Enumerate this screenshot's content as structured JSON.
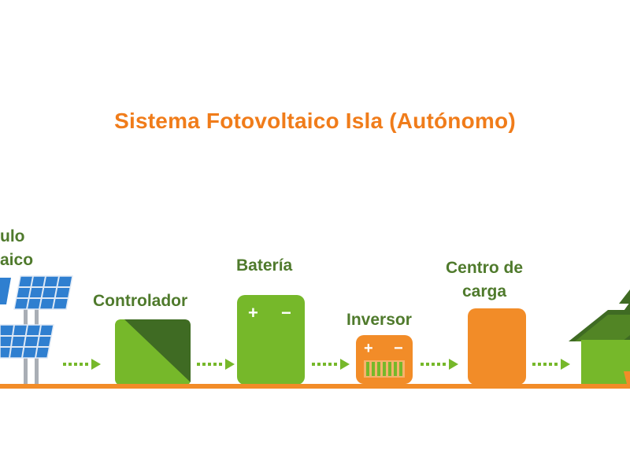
{
  "title": "Sistema Fotovoltaico Isla (Autónomo)",
  "labels": {
    "panel_line1": "ulo",
    "panel_line2": "aico",
    "controller": "Controlador",
    "battery": "Batería",
    "inverter": "Inversor",
    "load_center_line1": "Centro de",
    "load_center_line2": "carga"
  },
  "symbols": {
    "plus": "+",
    "minus": "−"
  },
  "colors": {
    "title_orange": "#f07c1a",
    "label_green": "#4f7a2c",
    "green_light": "#76b82a",
    "green_dark": "#3f6b23",
    "orange": "#f28c28",
    "panel_blue": "#2f7fd0"
  }
}
